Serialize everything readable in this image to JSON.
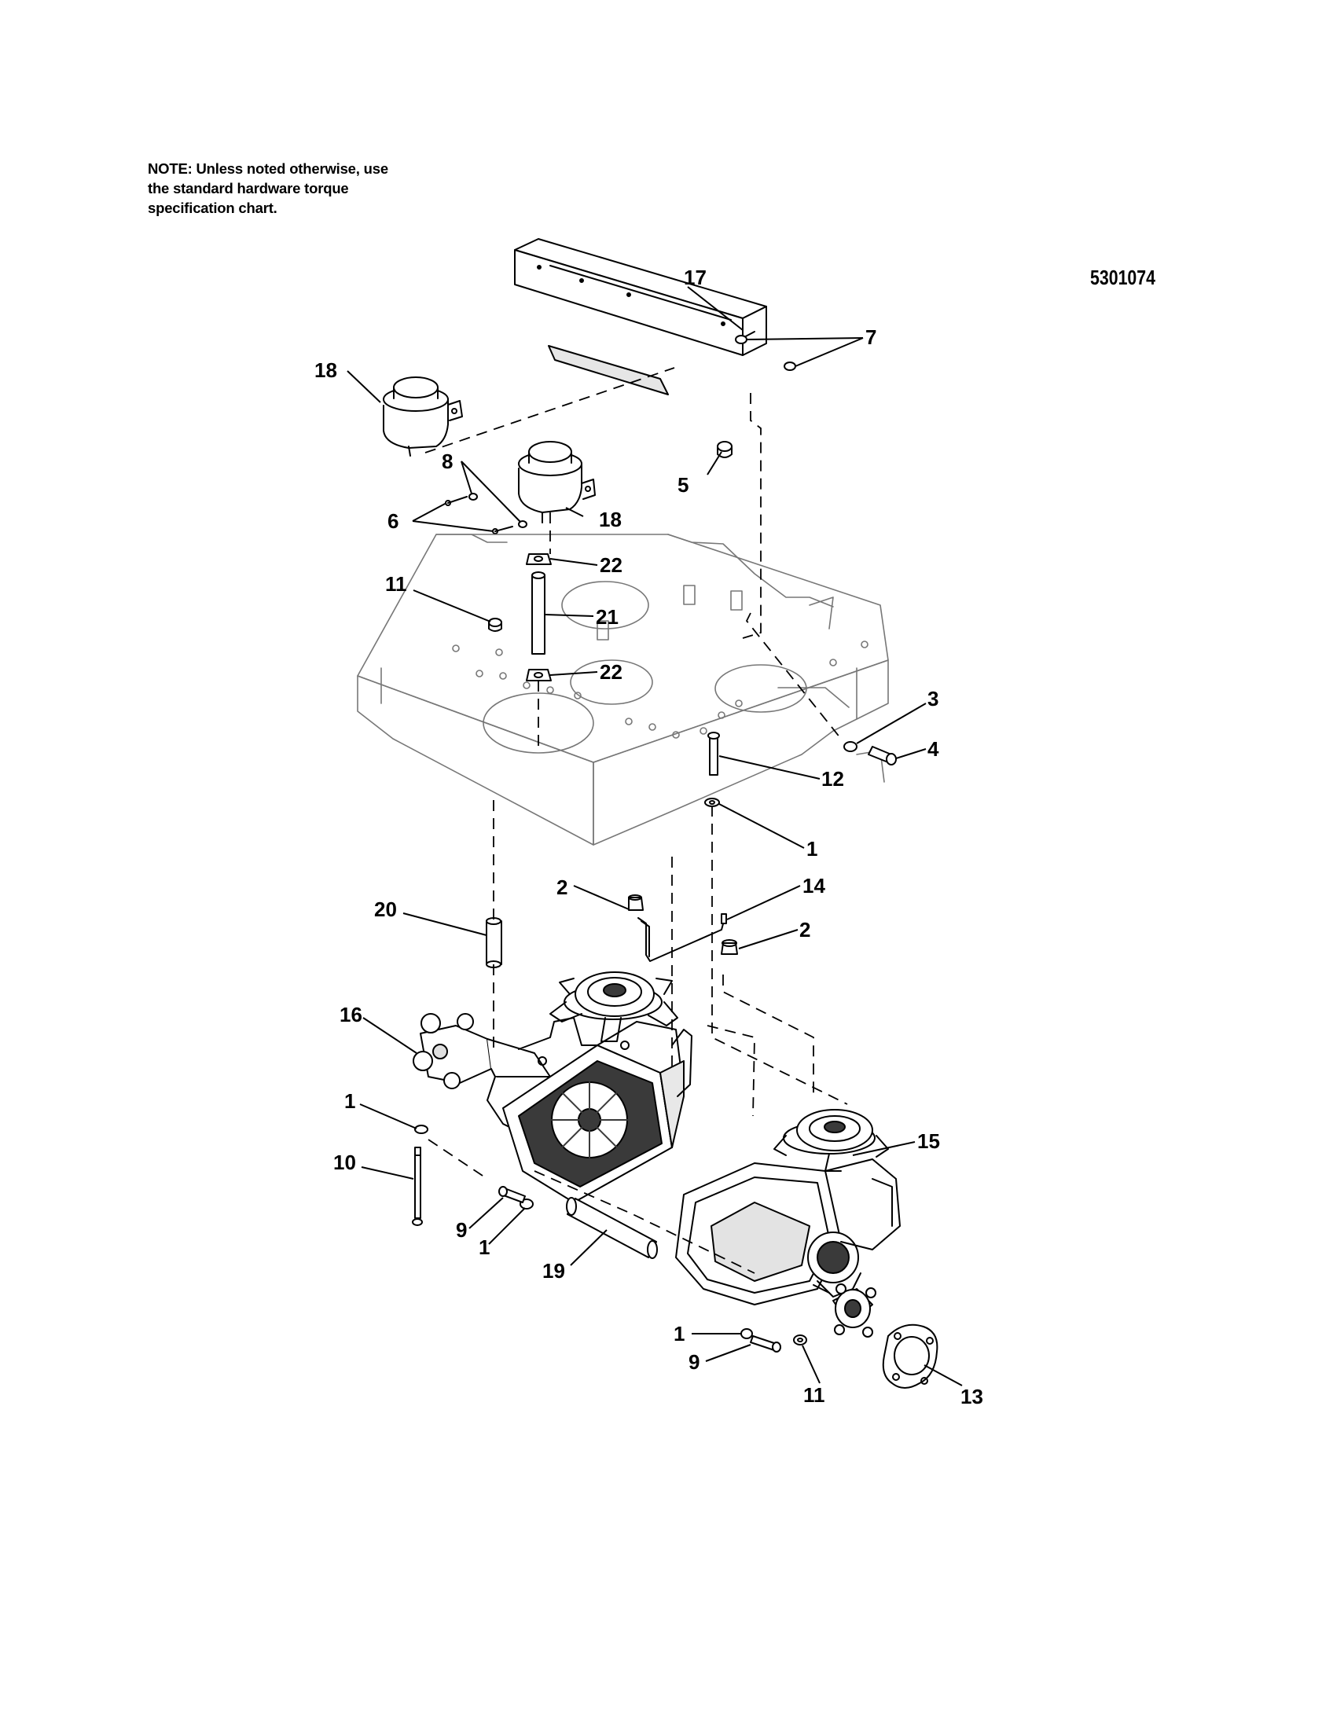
{
  "note": {
    "line1": "NOTE: Unless noted otherwise, use",
    "line2": "the standard hardware torque",
    "line3": "specification chart."
  },
  "part_number": "5301074",
  "callouts": {
    "c1a": "1",
    "c1b": "1",
    "c1c": "1",
    "c1d": "1",
    "c2a": "2",
    "c2b": "2",
    "c3": "3",
    "c4": "4",
    "c5": "5",
    "c6": "6",
    "c7": "7",
    "c8": "8",
    "c9a": "9",
    "c9b": "9",
    "c10": "10",
    "c11a": "11",
    "c11b": "11",
    "c12": "12",
    "c13": "13",
    "c14": "14",
    "c15": "15",
    "c16": "16",
    "c17": "17",
    "c18a": "18",
    "c18b": "18",
    "c19": "19",
    "c20": "20",
    "c21": "21",
    "c22a": "22",
    "c22b": "22"
  }
}
